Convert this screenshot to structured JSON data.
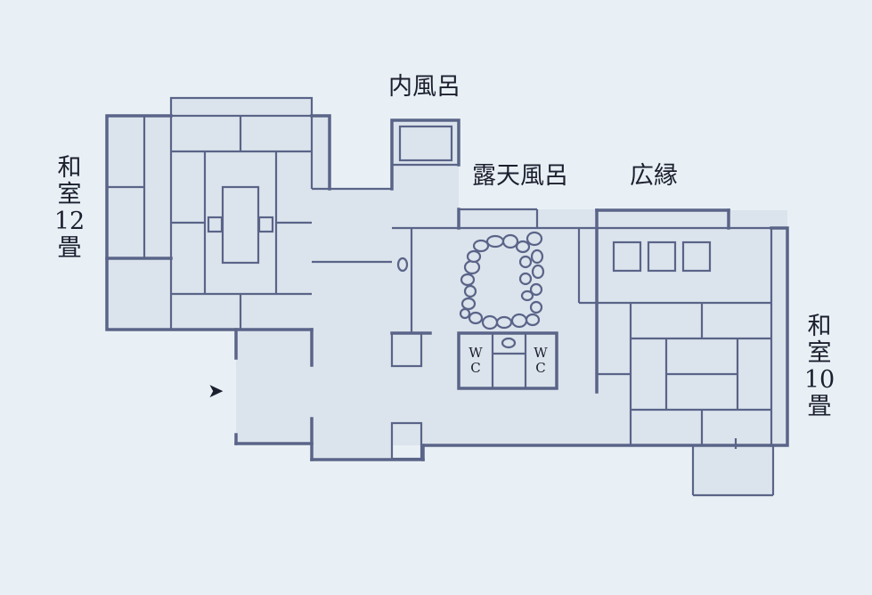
{
  "plan": {
    "rooms": {
      "uchiburo": "内風呂",
      "rotenburo": "露天風呂",
      "hiroen": "広縁"
    },
    "washitsu_12": [
      "和",
      "室",
      "12",
      "畳"
    ],
    "washitsu_10": [
      "和",
      "室",
      "10",
      "畳"
    ],
    "toilet_left": [
      "W",
      "C"
    ],
    "toilet_right": [
      "W",
      "C"
    ],
    "entrance_arrow": "➤"
  },
  "colors": {
    "background": "#e8f0f5",
    "floor_fill": "#dbe3ec",
    "wall_stroke": "#5a6488",
    "text": "#1c1f2e"
  },
  "icons": [
    "entrance-arrow-icon",
    "stone-bath-icon",
    "sink-icon",
    "bathtub-icon"
  ]
}
